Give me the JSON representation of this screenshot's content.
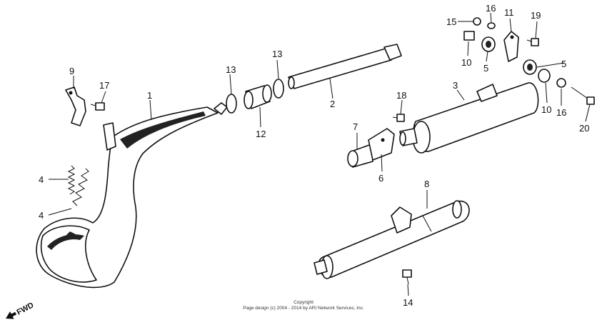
{
  "callouts": {
    "c1": "1",
    "c2": "2",
    "c3": "3",
    "c4a": "4",
    "c4b": "4",
    "c5a": "5",
    "c5b": "5",
    "c6": "6",
    "c7": "7",
    "c8": "8",
    "c9": "9",
    "c10a": "10",
    "c10b": "10",
    "c11": "11",
    "c12": "12",
    "c13a": "13",
    "c13b": "13",
    "c14": "14",
    "c15": "15",
    "c16a": "16",
    "c16b": "16",
    "c17": "17",
    "c18": "18",
    "c19": "19",
    "c20": "20"
  },
  "footer": {
    "line1": "Copyright",
    "line2": "Page design (c) 2004 - 2014 by ARI Network Services, Inc."
  },
  "direction": {
    "label": "FWD"
  }
}
